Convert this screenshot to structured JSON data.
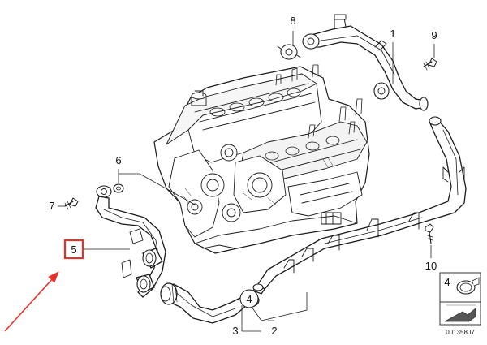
{
  "callouts": {
    "c1": "1",
    "c2": "2",
    "c3": "3",
    "c4": "4",
    "c5": "5",
    "c6": "6",
    "c7": "7",
    "c8": "8",
    "c9": "9",
    "c10": "10"
  },
  "inset": {
    "label_top": "4"
  },
  "catalog_number": "00135807",
  "colors": {
    "highlight": "#e8302a",
    "ink": "#1a1a1a"
  }
}
